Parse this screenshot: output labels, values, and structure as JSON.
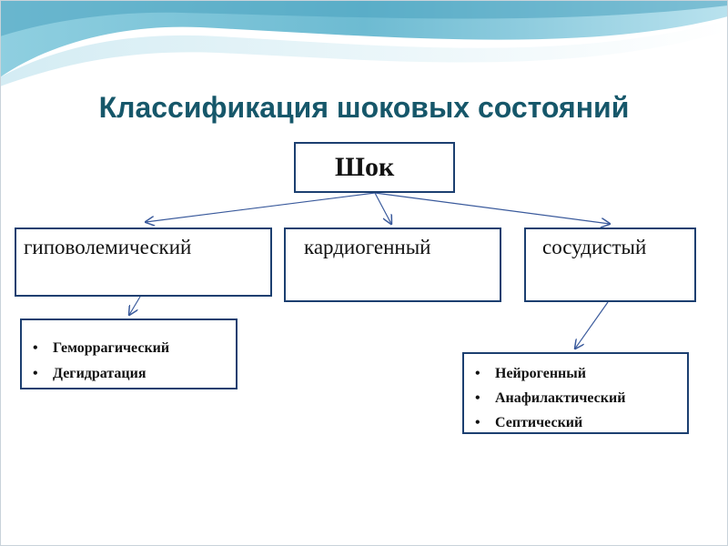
{
  "title": "Классификация шоковых состояний",
  "root": {
    "label": "Шок"
  },
  "categories": [
    {
      "label": "гиповолемический"
    },
    {
      "label": "кардиогенный"
    },
    {
      "label": "сосудистый"
    }
  ],
  "subtypes": {
    "hypovolemic": [
      "Геморрагический",
      "Дегидратация"
    ],
    "vascular": [
      "Нейрогенный",
      "Анафилактический",
      "Септический"
    ]
  },
  "colors": {
    "title": "#16576a",
    "box_border": "#1c3f70",
    "connector": "#3a5a9c",
    "wave_light": "#a9d8e6",
    "wave_dark": "#5fb1c8"
  },
  "bullet_glyph": "•"
}
